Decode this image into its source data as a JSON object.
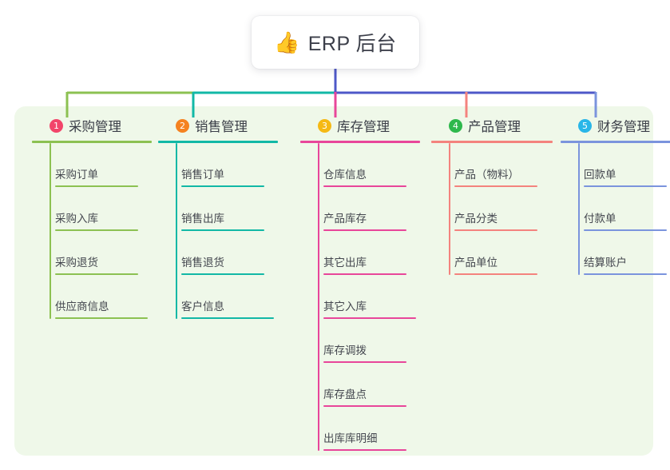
{
  "root": {
    "icon": "thumbs-up-icon",
    "emoji": "👍",
    "title": "ERP 后台"
  },
  "palette": {
    "panel_bg": "#eff8e9",
    "page_bg": "#ffffff",
    "trunk": "#4e58c8",
    "text": "#3a3d47"
  },
  "columns": [
    {
      "number": "1",
      "title": "采购管理",
      "badge_color": "#f2456a",
      "line_color": "#8cc152",
      "items": [
        "采购订单",
        "采购入库",
        "采购退货",
        "供应商信息"
      ]
    },
    {
      "number": "2",
      "title": "销售管理",
      "badge_color": "#f58220",
      "line_color": "#12b8a6",
      "items": [
        "销售订单",
        "销售出库",
        "销售退货",
        "客户信息"
      ]
    },
    {
      "number": "3",
      "title": "库存管理",
      "badge_color": "#f5b914",
      "line_color": "#e8469a",
      "items": [
        "仓库信息",
        "产品库存",
        "其它出库",
        "其它入库",
        "库存调拨",
        "库存盘点",
        "出库库明细"
      ]
    },
    {
      "number": "4",
      "title": "产品管理",
      "badge_color": "#2eb84c",
      "line_color": "#f4837e",
      "items": [
        "产品（物料）",
        "产品分类",
        "产品单位"
      ]
    },
    {
      "number": "5",
      "title": "财务管理",
      "badge_color": "#29b6e8",
      "line_color": "#7b94dd",
      "items": [
        "回款单",
        "付款单",
        "结算账户"
      ]
    }
  ],
  "connectors": {
    "trunk_color": "#4e58c8",
    "bus_left_segment_1": "#8cc152",
    "bus_left_segment_2": "#12b8a6",
    "bus_right_segment": "#4e58c8",
    "drop_colors": [
      "#8cc152",
      "#12b8a6",
      "#e8469a",
      "#f4837e",
      "#7b94dd"
    ]
  }
}
